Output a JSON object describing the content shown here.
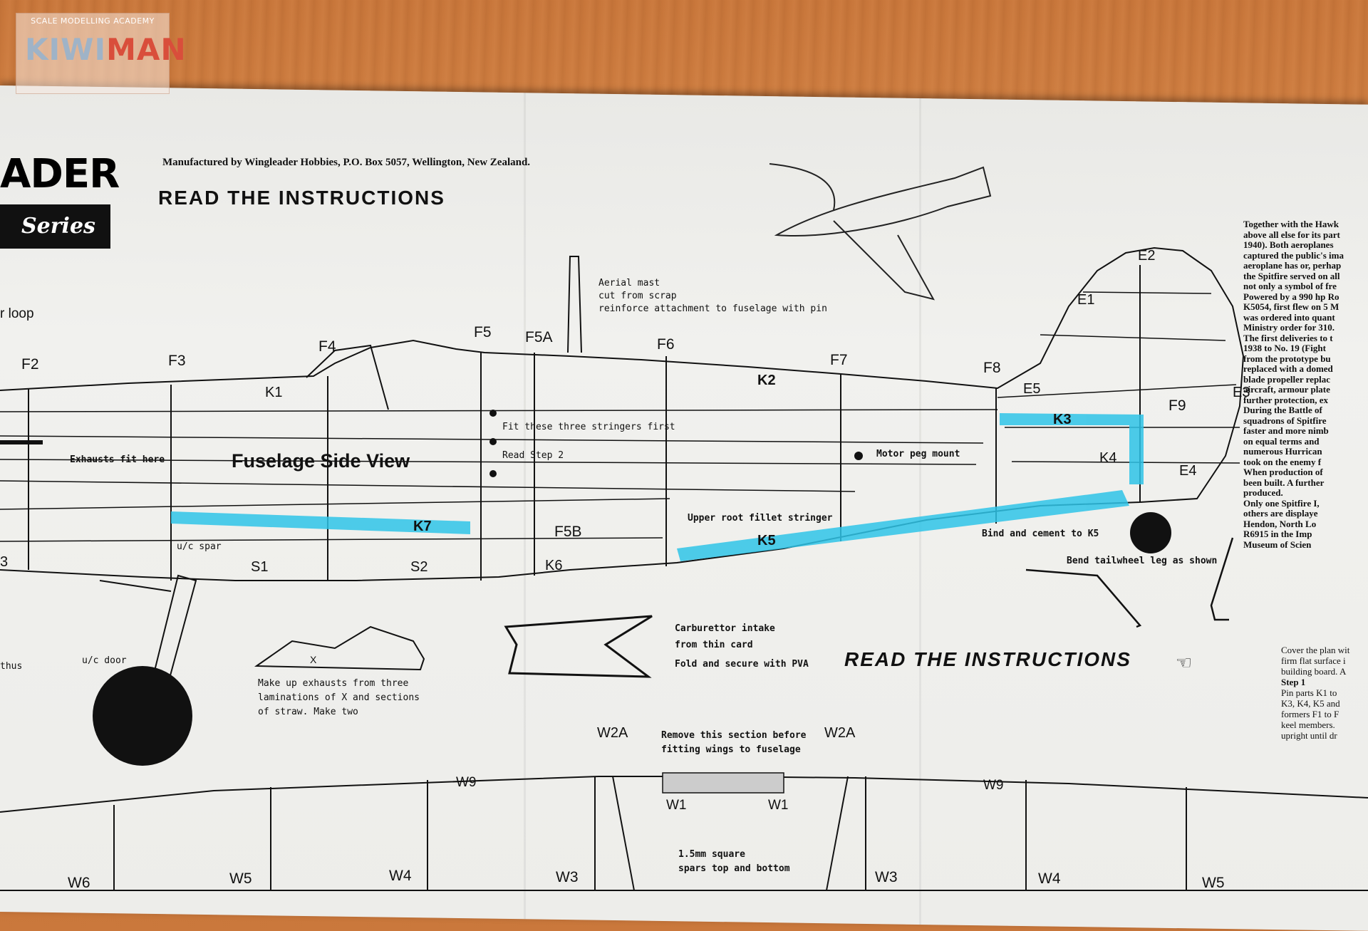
{
  "watermark": {
    "tagline": "SCALE MODELLING ACADEMY",
    "kiwi": "KIWI",
    "man": "MAN"
  },
  "brand": {
    "name": "ADER",
    "series": "Series"
  },
  "header": {
    "manufacturer": "Manufactured by Wingleader Hobbies, P.O. Box 5057, Wellington, New Zealand.",
    "read_instructions": "READ THE INSTRUCTIONS",
    "read_instructions_2": "READ THE INSTRUCTIONS"
  },
  "fuselage": {
    "title": "Fuselage Side View",
    "loop": "r loop",
    "formers": [
      "F2",
      "F3",
      "F4",
      "F5",
      "F5A",
      "F6",
      "F7",
      "F8",
      "F9",
      "F5B"
    ],
    "keels": [
      "K1",
      "K2",
      "K3",
      "K4",
      "K5",
      "K6",
      "K7"
    ],
    "tail_parts": [
      "E1",
      "E2",
      "E3",
      "E4",
      "E5"
    ],
    "spars": [
      "S1",
      "S2"
    ],
    "edge_mark": "3"
  },
  "notes": {
    "aerial": [
      "Aerial mast",
      "cut from scrap",
      "reinforce attachment to fuselage with pin"
    ],
    "stringers": "Fit these three stringers first",
    "step2": "Read Step 2",
    "motor_peg": "Motor peg mount",
    "exhausts_fit": "Exhausts fit here",
    "upper_root": "Upper root fillet stringer",
    "bind": "Bind and cement to K5",
    "tailwheel": "Bend tailwheel leg as shown",
    "uc_spar": "u/c spar",
    "uc_door": "u/c door",
    "thus": "thus",
    "exhausts_make": [
      "Make up exhausts from three",
      "laminations of X and sections",
      "of straw. Make two"
    ],
    "x_mark": "X",
    "carb": [
      "Carburettor intake",
      "from thin card",
      "Fold and secure with PVA"
    ],
    "remove": [
      "Remove this section before",
      "fitting wings to fuselage"
    ],
    "spars": [
      "1.5mm square",
      "spars top and bottom"
    ]
  },
  "wing": {
    "w2a": "W2A",
    "w9": "W9",
    "w1": "W1",
    "w6": "W6",
    "w5": "W5",
    "w4": "W4",
    "w3": "W3"
  },
  "history": [
    "Together with the Hawk",
    "above all else for its part",
    "1940). Both aeroplanes",
    "captured the public's ima",
    "aeroplane has or, perhap",
    "the Spitfire served on all",
    "not only a symbol of fre",
    "Powered by a 990 hp Ro",
    "K5054, first flew on 5 M",
    "was ordered into quant",
    "Ministry order for 310.",
    "The first deliveries to t",
    "1938 to No. 19 (Fight",
    "from the prototype bu",
    "replaced with a domed",
    "blade propeller replac",
    "aircraft, armour plate",
    "further protection, ex",
    "During the Battle of",
    "squadrons of Spitfire",
    "faster and more nimb",
    "on equal terms and",
    "numerous Hurrican",
    "took on the enemy f",
    "When production of",
    "been built. A further",
    "produced.",
    "Only one Spitfire I,",
    "others are displaye",
    "Hendon, North Lo",
    "R6915 in the Imp",
    "Museum of Scien"
  ],
  "instructions": [
    "Cover the plan wit",
    "firm flat surface i",
    "building board. A",
    "",
    "Step 1",
    "Pin parts K1 to",
    "K3, K4, K5 and",
    "formers F1 to F",
    "keel members.",
    "upright until dr"
  ]
}
